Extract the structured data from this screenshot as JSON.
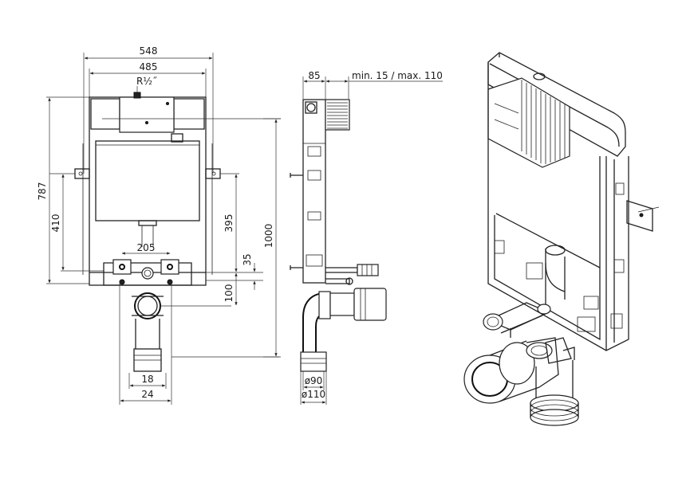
{
  "front_view": {
    "dim_total_width": "548",
    "dim_frame_width": "485",
    "thread_label": "R½˝",
    "dim_height_787": "787",
    "dim_height_410": "410",
    "dim_395": "395",
    "dim_205": "205",
    "dim_35": "35",
    "dim_100": "100",
    "dim_18": "18",
    "dim_24": "24"
  },
  "side_view": {
    "dim_85": "85",
    "dim_depth": "min. 15 / max. 110",
    "dim_1000": "1000",
    "dim_d90": "ø90",
    "dim_d110": "ø110"
  }
}
